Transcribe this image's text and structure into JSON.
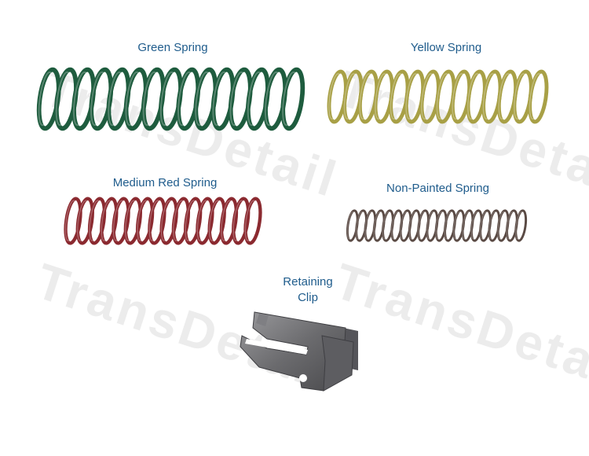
{
  "watermark": {
    "text": "TransDetail"
  },
  "parts": {
    "green": {
      "label": "Green Spring",
      "color": "#1e5c3e",
      "coils": 15
    },
    "yellow": {
      "label": "Yellow Spring",
      "color": "#a8a046",
      "coils": 14
    },
    "red": {
      "label": "Medium Red Spring",
      "color": "#8b2a30",
      "coils": 16
    },
    "plain": {
      "label": "Non-Painted Spring",
      "color": "#5a4a44",
      "coils": 20
    },
    "clip": {
      "label": "Retaining Clip",
      "color": "#6f6f72"
    }
  }
}
